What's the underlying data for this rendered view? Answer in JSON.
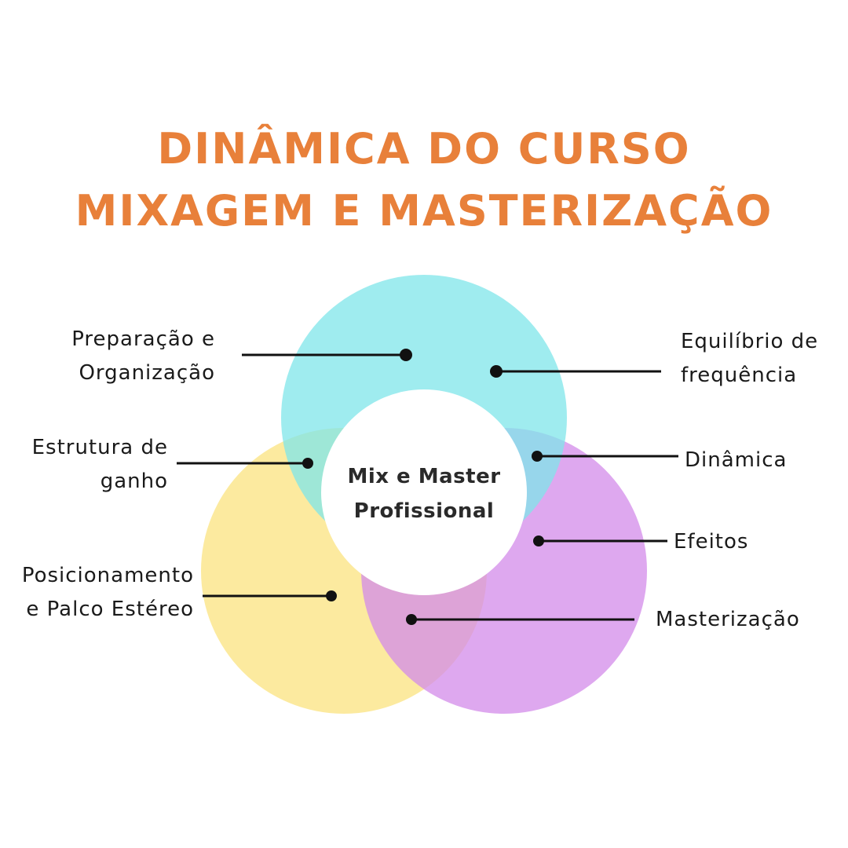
{
  "title": {
    "line1": "DINÂMICA DO CURSO",
    "line2": "MIXAGEM E MASTERIZAÇÃO",
    "color": "#E8803A"
  },
  "diagram": {
    "center": {
      "line1": "Mix e Master",
      "line2": "Profissional"
    },
    "colors": {
      "cyan": "#7FE5EA",
      "yellow": "#FBE37F",
      "purple": "#D38BEA",
      "center_fill": "#FFFFFF",
      "line": "#111111"
    },
    "labels_left": [
      {
        "line1": "Preparação e",
        "line2": "Organização"
      },
      {
        "line1": "Estrutura de",
        "line2": "ganho"
      },
      {
        "line1": "Posicionamento",
        "line2": "e Palco Estéreo"
      }
    ],
    "labels_right": [
      {
        "line1": "Equilíbrio de",
        "line2": "frequência"
      },
      {
        "line1": "Dinâmica"
      },
      {
        "line1": "Efeitos"
      },
      {
        "line1": "Masterização"
      }
    ]
  }
}
